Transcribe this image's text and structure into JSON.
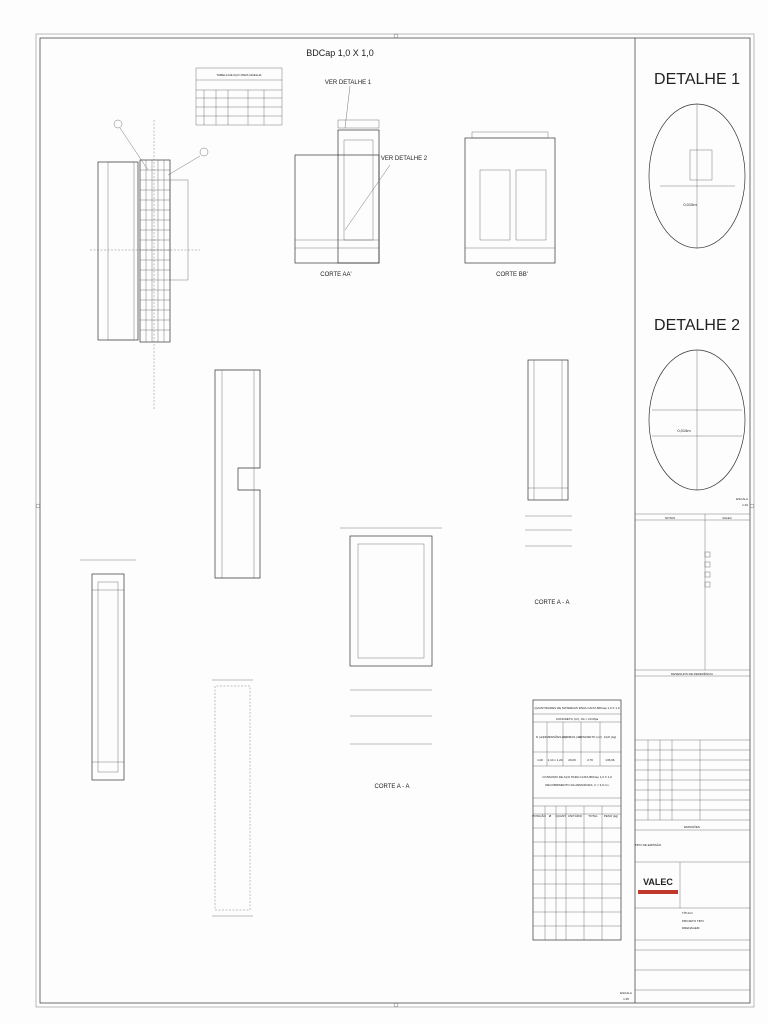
{
  "drawing": {
    "title": "BDCap 1,0 X 1,0",
    "detail1_title": "DETALHE 1",
    "detail2_title": "DETALHE 2",
    "ver_detalhe_1": "VER DETALHE 1",
    "ver_detalhe_2": "VER DETALHE 2",
    "corte_aa_prime": "CORTE AA'",
    "corte_bb_prime": "CORTE BB'",
    "corte_a_a_right": "CORTE A - A",
    "corte_a_a_bottom": "CORTE A - A",
    "escala_detail": "ESCALA",
    "escala_detail_value": "1:10",
    "rebar_table_title": "TABELA DE AÇO PARA GRELHA",
    "detail1_dim": "0,015m",
    "detail2_dim": "0,015m",
    "quantities_title": "QUANTIDADES DE MATERIAIS PARA CAIXA BDCap 1,0 X 1,0",
    "quantities_subtitle": "CONCRETO (m³), fck = 20 Mpa",
    "quantities_headers": [
      "N (un)",
      "DIMENSÕES (m)",
      "FORMAS (m²)",
      "CONCRETO (m³)",
      "AÇO (kg)"
    ],
    "quantities_row": [
      "1,00",
      "2,10 x 1,20",
      "20,00",
      "2,76",
      "136,96"
    ],
    "armadura_title": "CONSUMO DE AÇO PARA CAIXA BDCap 1,0 X 1,0",
    "armadura_subtitle": "RECOBRIMENTO DA ARMADURA: C = 3,0 cm",
    "armadura_headers": [
      "POSIÇÃO",
      "Ø",
      "QUANT.",
      "UNITÁRIO",
      "TOTAL",
      "PESO (kg)"
    ]
  },
  "title_block": {
    "notes_label": "NOTAS",
    "valec_label": "VALEC",
    "ref_drawings_label": "DESENHOS DE REFERÊNCIA",
    "emissoes_label": "EMISSÕES",
    "tipo_emissao_label": "TIPO DE EMISSÃO",
    "company": "VALEC",
    "titulo_label": "TÍTULO",
    "projeto_label": "PROJETO TIPO",
    "subtitle_label": "DRENAGEM",
    "escala_label": "ESCALA",
    "escala_value": "1:25"
  }
}
